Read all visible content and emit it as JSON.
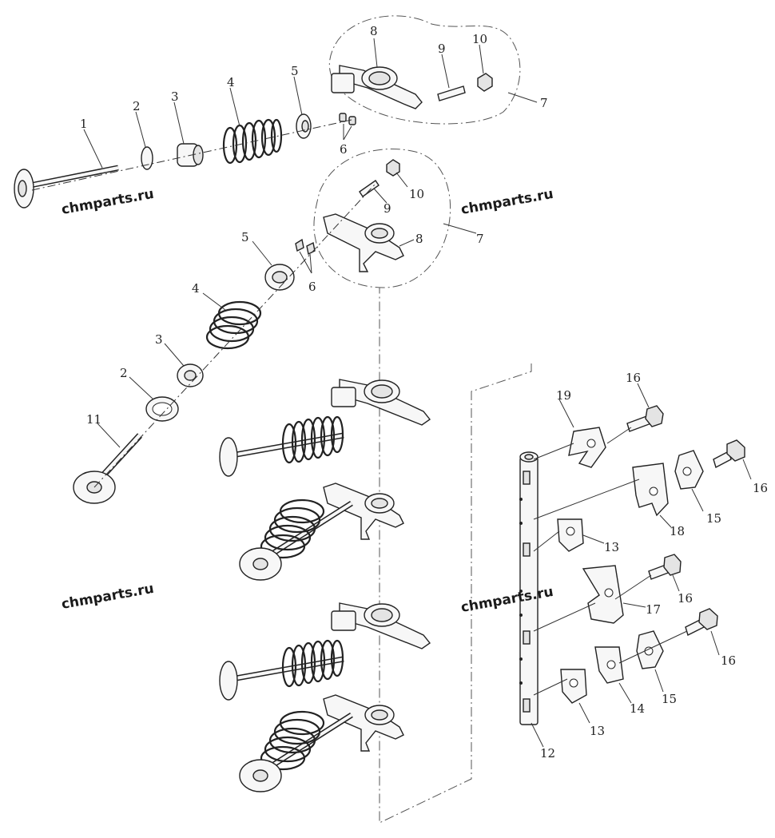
{
  "watermarks": [
    "chmparts.ru",
    "chmparts.ru",
    "chmparts.ru",
    "chmparts.ru"
  ],
  "part_labels": {
    "top": [
      "1",
      "2",
      "3",
      "4",
      "5",
      "6",
      "7",
      "8",
      "9",
      "10"
    ],
    "mid": [
      "9",
      "10",
      "7",
      "8",
      "5",
      "6",
      "4",
      "3",
      "2",
      "11"
    ],
    "shaft": [
      "16",
      "19",
      "16",
      "15",
      "18",
      "13",
      "16",
      "17",
      "16",
      "15",
      "14",
      "13",
      "12"
    ]
  },
  "icons": {
    "valve": "engine-valve-icon",
    "spring": "valve-spring-icon",
    "rocker": "rocker-arm-icon",
    "shaft": "rocker-shaft-icon",
    "bolt": "bolt-icon",
    "bracket": "bracket-icon"
  }
}
